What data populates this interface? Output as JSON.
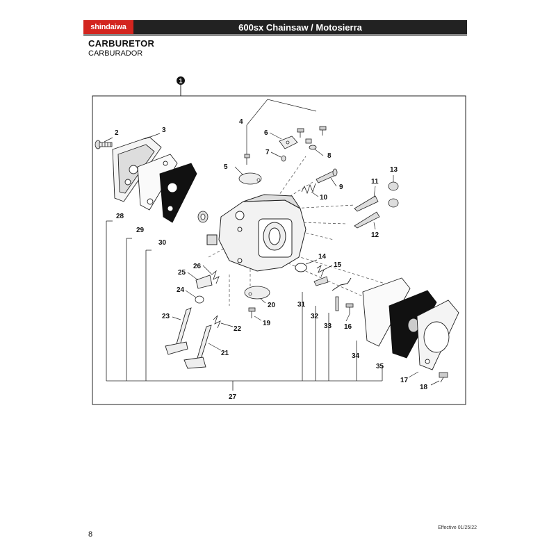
{
  "header": {
    "brand": "shindaiwa",
    "title": "600sx Chainsaw / Motosierra",
    "brand_color": "#d3251f",
    "bar_color": "#222222"
  },
  "section": {
    "title": "CARBURETOR",
    "subtitle": "CARBURADOR"
  },
  "diagram": {
    "assembly_callout": "1",
    "callouts": [
      "2",
      "3",
      "4",
      "5",
      "6",
      "7",
      "8",
      "9",
      "10",
      "11",
      "12",
      "13",
      "14",
      "15",
      "16",
      "17",
      "18",
      "19",
      "20",
      "21",
      "22",
      "23",
      "24",
      "25",
      "26",
      "27",
      "28",
      "29",
      "30",
      "31",
      "32",
      "33",
      "34",
      "35"
    ]
  },
  "footer": {
    "page_number": "8",
    "effective": "Effective 01/25/22"
  }
}
